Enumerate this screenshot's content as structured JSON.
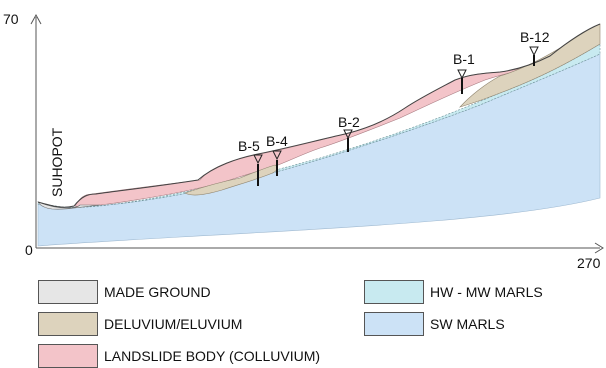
{
  "axes": {
    "y_max_label": "70",
    "y_min_label": "0",
    "x_max_label": "270"
  },
  "place_label": "SUHOPOT",
  "boreholes": [
    {
      "id": "bh-b5",
      "label": "B-5"
    },
    {
      "id": "bh-b4",
      "label": "B-4"
    },
    {
      "id": "bh-b2",
      "label": "B-2"
    },
    {
      "id": "bh-b1",
      "label": "B-1"
    },
    {
      "id": "bh-b12",
      "label": "B-12"
    }
  ],
  "legend": [
    {
      "key": "made-ground",
      "label": "MADE GROUND",
      "color": "#e6e6e6"
    },
    {
      "key": "deluvium",
      "label": "DELUVIUM/ELUVIUM",
      "color": "#ddd3bd"
    },
    {
      "key": "landslide",
      "label": "LANDSLIDE BODY (COLLUVIUM)",
      "color": "#f3c4c9"
    },
    {
      "key": "hw-mw-marls",
      "label": "HW - MW MARLS",
      "color": "#c8eaf0"
    },
    {
      "key": "sw-marls",
      "label": "SW MARLS",
      "color": "#cce2f6"
    }
  ]
}
